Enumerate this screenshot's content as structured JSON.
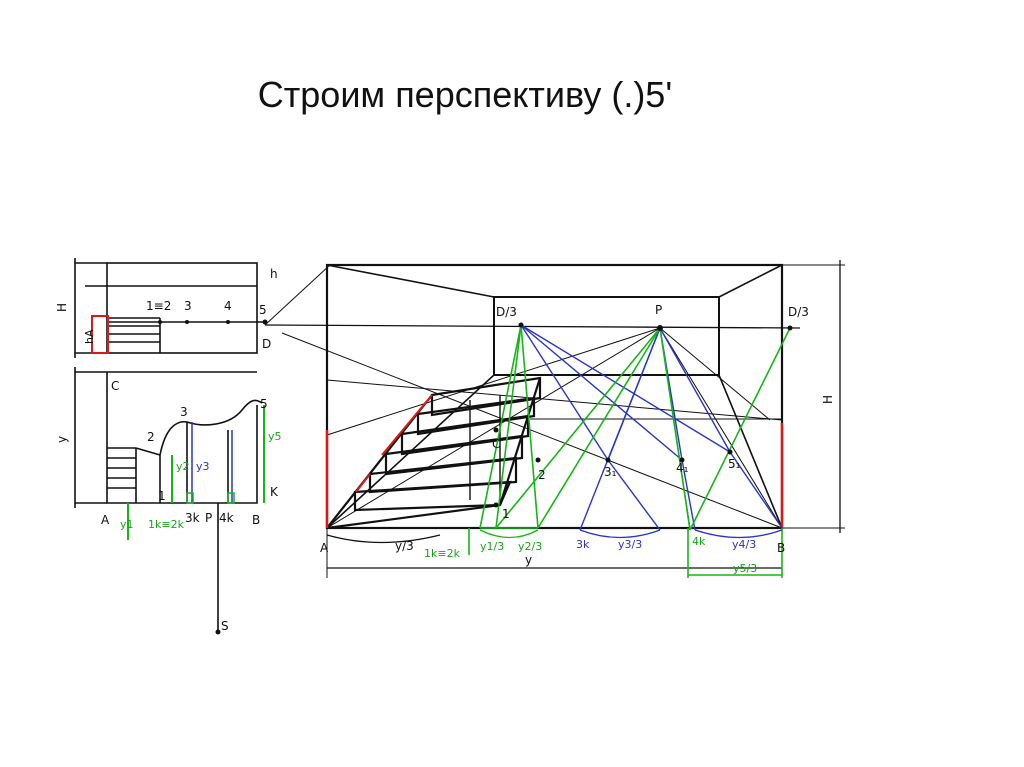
{
  "slide": {
    "title": "Строим перспективу (.)5'"
  },
  "plan": {
    "labels": {
      "h": "h",
      "H": "H",
      "hA": "hA",
      "D": "D",
      "p5": "5",
      "p12": "1≡2",
      "p3": "3",
      "p4": "4",
      "C": "C",
      "y": "y",
      "p5b": "5",
      "p3b": "3",
      "p2": "2",
      "p1": "1",
      "y5": "y5",
      "y3": "y3",
      "y2": "y2",
      "K": "K",
      "A": "A",
      "B": "B",
      "P": "P",
      "y1": "y1",
      "k12": "1k≡2k",
      "k3": "3k",
      "k4": "4k",
      "S": "S"
    }
  },
  "perspective": {
    "labels": {
      "D3L": "D/3",
      "P": "P",
      "D3R": "D/3",
      "H": "H",
      "A": "A",
      "B": "B",
      "C": "C",
      "p1": "1",
      "p2": "2",
      "p31": "3₁",
      "p41": "4₁",
      "p51": "5₁",
      "y3": "y/3",
      "k12": "1k≡2k",
      "y13": "y1/3",
      "y23": "y2/3",
      "k3": "3k",
      "y33": "y3/3",
      "k4": "4k",
      "y43": "y4/3",
      "y": "y",
      "y53": "y5/3"
    }
  }
}
